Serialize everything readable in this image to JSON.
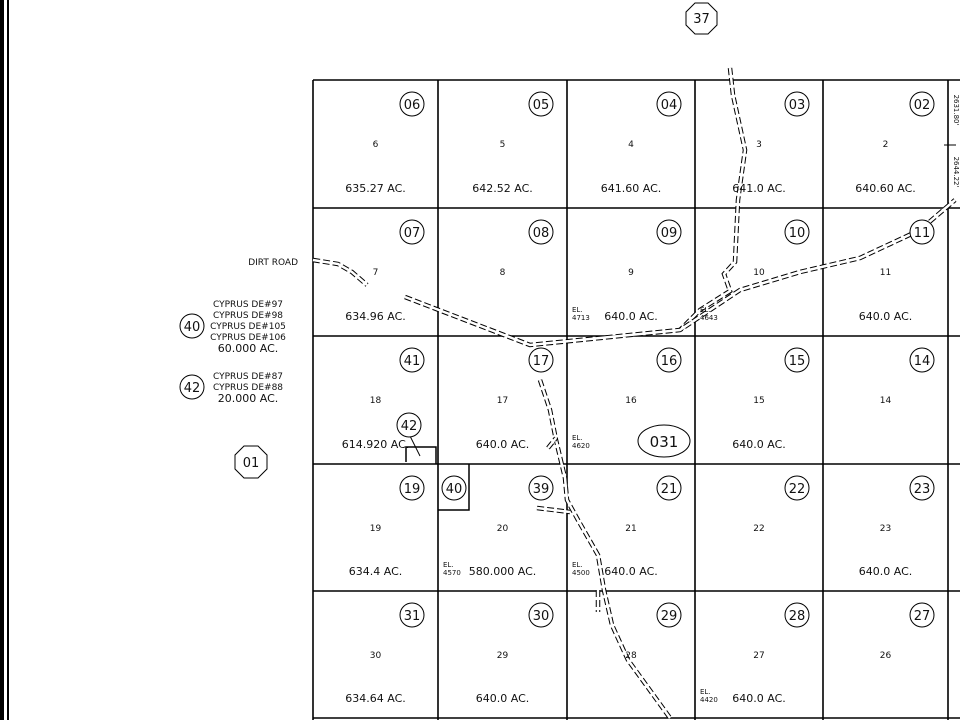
{
  "map": {
    "top_marker": "37",
    "left_marker": "01",
    "dirt_road_label": "DIRT ROAD",
    "special_tract": "031",
    "inset_tract_40": "40",
    "inset_tract_42": "42",
    "edge_dimensions": [
      "2631.80'",
      "2644.22'"
    ],
    "legend": [
      {
        "tract": "40",
        "lines": [
          "CYPRUS DE#97",
          "CYPRUS DE#98",
          "CYPRUS DE#105",
          "CYPRUS DE#106",
          "60.000 AC."
        ]
      },
      {
        "tract": "42",
        "lines": [
          "CYPRUS DE#87",
          "CYPRUS DE#88",
          "20.000 AC."
        ]
      }
    ],
    "sections": [
      [
        {
          "tract": "06",
          "section": "6",
          "acres": "635.27 AC.",
          "el": ""
        },
        {
          "tract": "05",
          "section": "5",
          "acres": "642.52 AC.",
          "el": ""
        },
        {
          "tract": "04",
          "section": "4",
          "acres": "641.60 AC.",
          "el": ""
        },
        {
          "tract": "03",
          "section": "3",
          "acres": "641.0 AC.",
          "el": ""
        },
        {
          "tract": "02",
          "section": "2",
          "acres": "640.60 AC.",
          "el": ""
        }
      ],
      [
        {
          "tract": "07",
          "section": "7",
          "acres": "634.96 AC.",
          "el": ""
        },
        {
          "tract": "08",
          "section": "8",
          "acres": "",
          "el": ""
        },
        {
          "tract": "09",
          "section": "9",
          "acres": "640.0 AC.",
          "el": "4713"
        },
        {
          "tract": "10",
          "section": "10",
          "acres": "",
          "el": "4643"
        },
        {
          "tract": "11",
          "section": "11",
          "acres": "640.0 AC.",
          "el": ""
        }
      ],
      [
        {
          "tract": "41",
          "section": "18",
          "acres": "614.920 AC.",
          "el": ""
        },
        {
          "tract": "17",
          "section": "17",
          "acres": "640.0 AC.",
          "el": ""
        },
        {
          "tract": "16",
          "section": "16",
          "acres": "",
          "el": "4620"
        },
        {
          "tract": "15",
          "section": "15",
          "acres": "640.0 AC.",
          "el": ""
        },
        {
          "tract": "14",
          "section": "14",
          "acres": "",
          "el": ""
        }
      ],
      [
        {
          "tract": "19",
          "section": "19",
          "acres": "634.4 AC.",
          "el": ""
        },
        {
          "tract": "39",
          "section": "20",
          "acres": "580.000 AC.",
          "el": "4570"
        },
        {
          "tract": "21",
          "section": "21",
          "acres": "640.0 AC.",
          "el": "4500"
        },
        {
          "tract": "22",
          "section": "22",
          "acres": "",
          "el": ""
        },
        {
          "tract": "23",
          "section": "23",
          "acres": "640.0 AC.",
          "el": ""
        }
      ],
      [
        {
          "tract": "31",
          "section": "30",
          "acres": "634.64 AC.",
          "el": ""
        },
        {
          "tract": "30",
          "section": "29",
          "acres": "640.0 AC.",
          "el": ""
        },
        {
          "tract": "29",
          "section": "28",
          "acres": "",
          "el": ""
        },
        {
          "tract": "28",
          "section": "27",
          "acres": "640.0 AC.",
          "el": "4420"
        },
        {
          "tract": "27",
          "section": "26",
          "acres": "",
          "el": ""
        }
      ]
    ],
    "el_prefix": "EL."
  }
}
